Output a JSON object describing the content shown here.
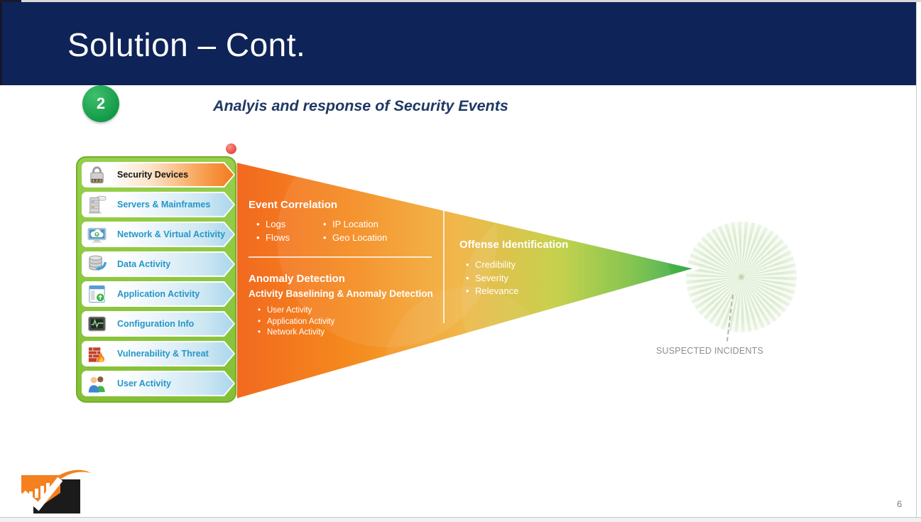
{
  "slide": {
    "title": "Solution – Cont.",
    "page_number": "6"
  },
  "step": {
    "number": "2",
    "caption": "Analyis and response of Security Events"
  },
  "sidebar": {
    "items": [
      {
        "label": "Security Devices",
        "icon": "lock-icon"
      },
      {
        "label": "Servers & Mainframes",
        "icon": "server-icon"
      },
      {
        "label": "Network & Virtual Activity",
        "icon": "network-cloud-icon"
      },
      {
        "label": "Data Activity",
        "icon": "database-icon"
      },
      {
        "label": "Application Activity",
        "icon": "application-window-icon"
      },
      {
        "label": "Configuration Info",
        "icon": "configuration-screen-icon"
      },
      {
        "label": "Vulnerability & Threat",
        "icon": "firewall-flame-icon"
      },
      {
        "label": "User Activity",
        "icon": "users-icon"
      }
    ]
  },
  "funnel": {
    "event_correlation": {
      "title": "Event Correlation",
      "col1": [
        "Logs",
        "Flows"
      ],
      "col2": [
        "IP Location",
        "Geo Location"
      ]
    },
    "anomaly_detection": {
      "title": "Anomaly Detection",
      "subtitle": "Activity Baselining & Anomaly Detection",
      "bullets": [
        "User Activity",
        "Application Activity",
        "Network Activity"
      ]
    },
    "offense_identification": {
      "title": "Offense Identification",
      "bullets": [
        "Credibility",
        "Severity",
        "Relevance"
      ]
    }
  },
  "result": {
    "label": "SUSPECTED INCIDENTS"
  },
  "colors": {
    "header_navy": "#0e2357",
    "subtitle_navy": "#1f3864",
    "step_green": "#149a49",
    "sidebar_green": "#8dc63f",
    "item_link_blue": "#2596c8",
    "funnel_orange": "#f2691f",
    "funnel_amber": "#f0b13c",
    "funnel_green": "#2ca84b"
  }
}
